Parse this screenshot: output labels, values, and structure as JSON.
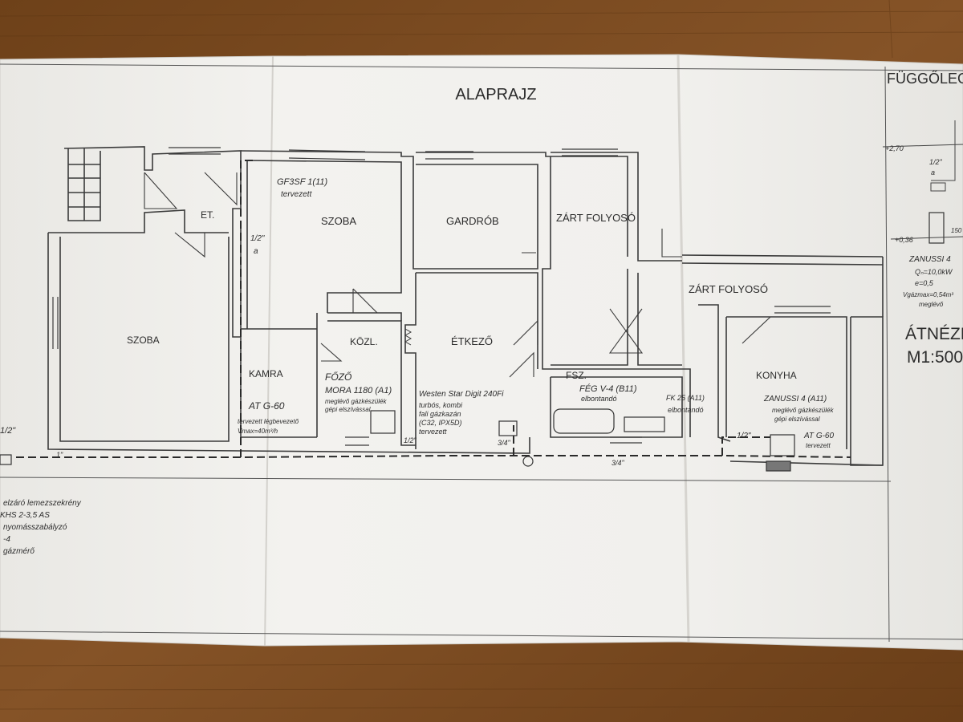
{
  "drawing": {
    "title": "ALAPRAJZ",
    "side_title": "FÜGGŐLEG",
    "overview_title": "ÁTNÉZE",
    "overview_scale": "M1:500"
  },
  "rooms": {
    "et": "ET.",
    "szoba_left": "SZOBA",
    "szoba_mid": "SZOBA",
    "gardrob": "GARDRÓB",
    "zart_folyoso_1": "ZÁRT FOLYOSÓ",
    "zart_folyoso_2": "ZÁRT FOLYOSÓ",
    "kozl": "KÖZL.",
    "etkezo": "ÉTKEZŐ",
    "kamra": "KAMRA",
    "fsz": "FSZ.",
    "konyha": "KONYHA"
  },
  "annotations": {
    "gf_model": "GF3SF 1(11)",
    "gf_note": "tervezett",
    "pipe_12_a": "1/2\"",
    "pipe_a": "a",
    "fozo_title": "FŐZŐ",
    "mora_model": "MORA 1180 (A1)",
    "mora_note1": "meglévő gázkészülék",
    "mora_note2": "gépi elszívással",
    "atg60_left": "AT G-60",
    "atg60_left_note1": "tervezett légbevezető",
    "atg60_left_note2": "Vmax=40m³/h",
    "westen_model": "Westen Star Digit 240Fi",
    "westen_note1": "turbós, kombi",
    "westen_note2": "fali gázkazán",
    "westen_note3": "(C32, IPX5D)",
    "westen_note4": "tervezett",
    "feg_model": "FÉG V-4 (B11)",
    "feg_note": "elbontandó",
    "fk_model": "FK 25 (A11)",
    "fk_note": "elbontandó",
    "zanussi_model": "ZANUSSI 4 (A11)",
    "zanussi_note1": "meglévő gázkészülék",
    "zanussi_note2": "gépi elszívással",
    "pipe_12_konyha": "1/2\"",
    "atg60_right": "AT G-60",
    "atg60_right_note": "tervezett",
    "pipe_34_a": "3/4\"",
    "pipe_34_b": "3/4\"",
    "pipe_12_b": "1/2\"",
    "pipe_12_left": "1/2\"",
    "pipe_1_left": "1\""
  },
  "side_panel": {
    "level_270": "+2,70",
    "level_036": "+0,36",
    "pipe_12": "1/2\"",
    "pipe_a": "a",
    "dim_150": "150",
    "zanussi": "ZANUSSI 4",
    "q_value": "Qₙ=10,0kW",
    "e_value": "e=0,5",
    "vgaz": "Vgázmax=0,54m³",
    "existing": "meglévő"
  },
  "left_margin_notes": [
    "elzáró lemezszekrény",
    "KHS 2-3,5 AS",
    "nyomásszabályzó",
    "-4",
    "gázmérő"
  ],
  "colors": {
    "table_wood": "#7a4a1e",
    "paper": "#f1f0ec",
    "ink": "#3a3a3a"
  }
}
